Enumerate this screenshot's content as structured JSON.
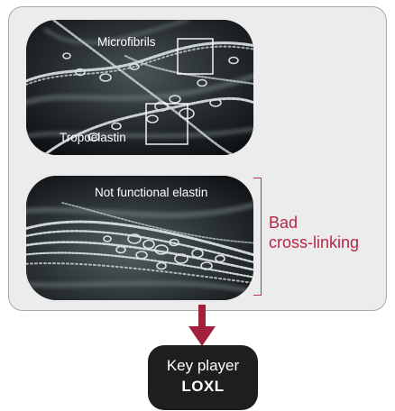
{
  "top_image": {
    "label_microfibrils": "Microfibrils",
    "label_tropoelastin": "Tropoelastin"
  },
  "bottom_image": {
    "label_status": "Not functional elastin"
  },
  "annotation": {
    "line1": "Bad",
    "line2": "cross-linking",
    "color": "#b72646"
  },
  "result_box": {
    "line1": "Key player",
    "line2": "LOXL"
  },
  "colors": {
    "panel_bg": "#ececec",
    "arrow": "#a3213d",
    "box_bg": "#1e1e1e"
  }
}
